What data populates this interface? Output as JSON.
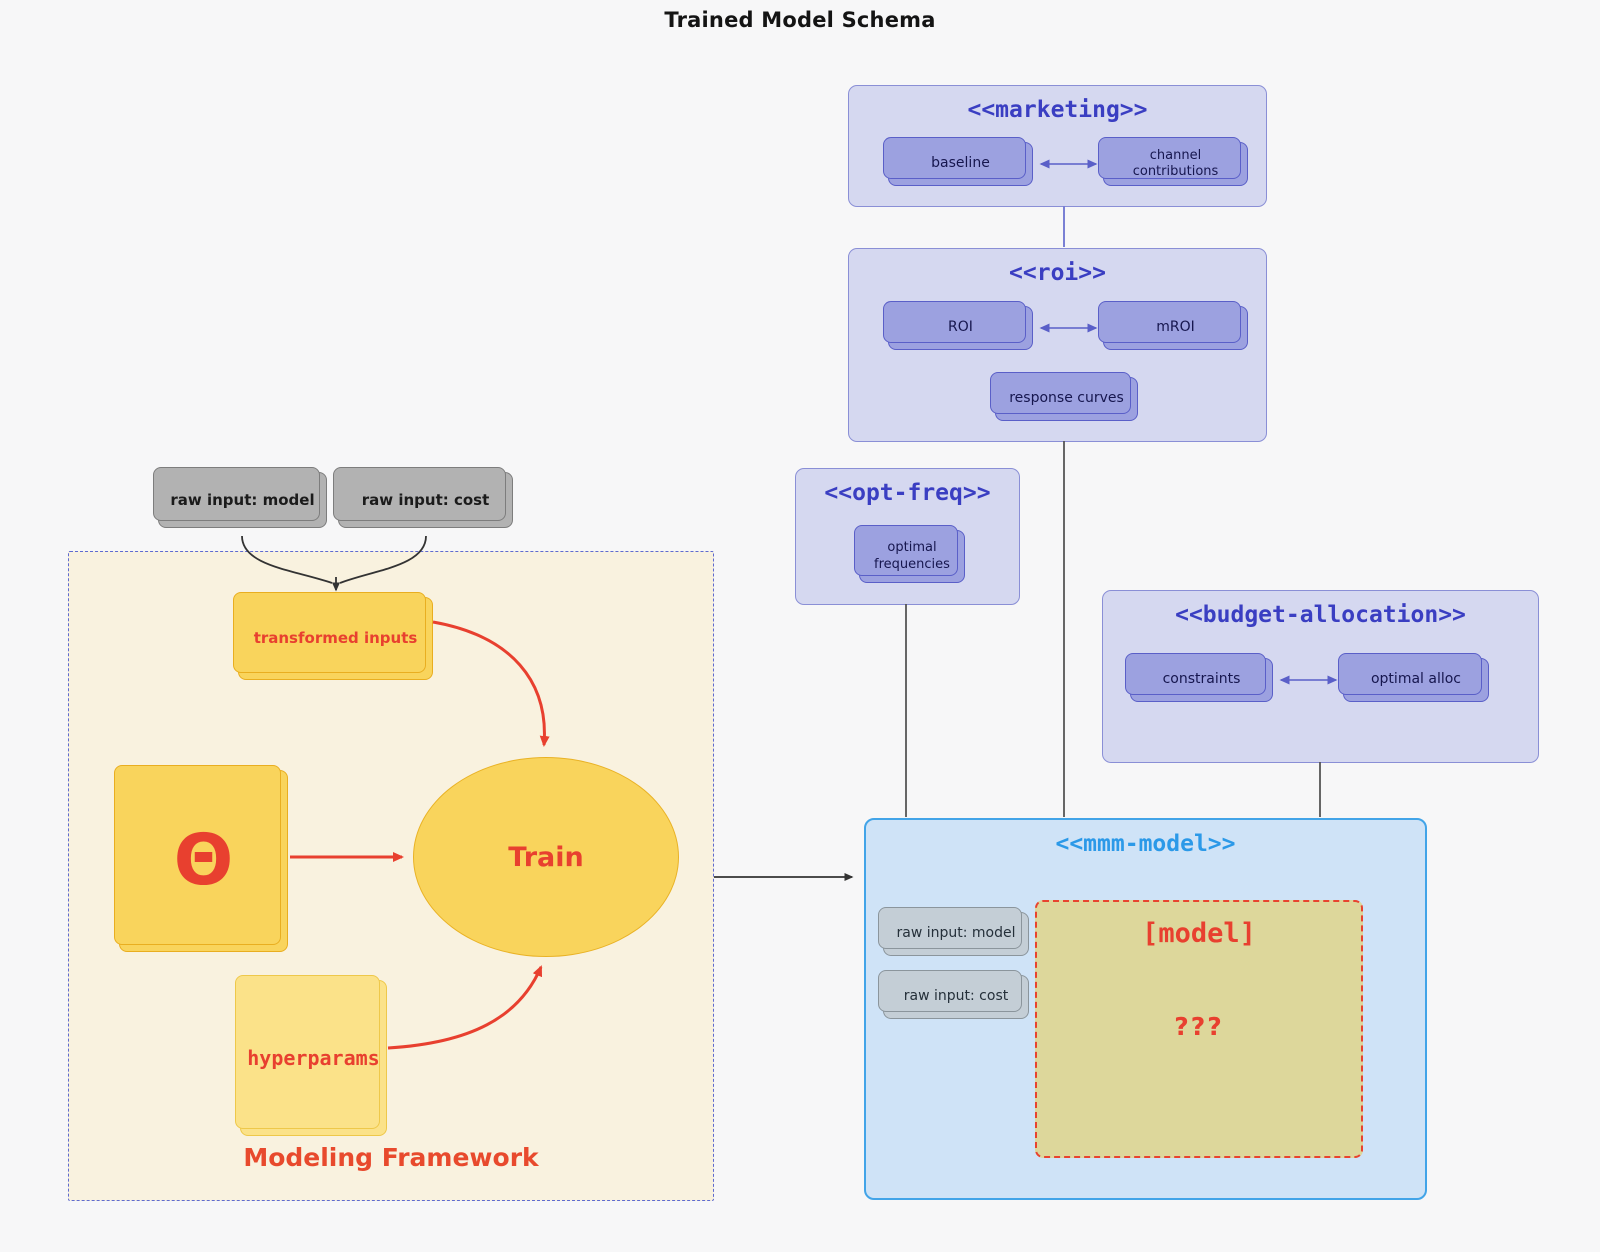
{
  "title": "Trained Model Schema",
  "marketing": {
    "header": "<<marketing>>",
    "baseline": "baseline",
    "channel": "channel contributions"
  },
  "roi": {
    "header": "<<roi>>",
    "roi": "ROI",
    "mroi": "mROI",
    "response": "response curves"
  },
  "opt_freq": {
    "header": "<<opt-freq>>",
    "optimal": "optimal frequencies"
  },
  "budget": {
    "header": "<<budget-allocation>>",
    "constraints": "constraints",
    "alloc": "optimal alloc"
  },
  "mmm": {
    "header": "<<mmm-model>>",
    "raw_model": "raw input: model",
    "raw_cost": "raw input: cost",
    "model": "[model]",
    "unknown": "???"
  },
  "inputs": {
    "raw_model": "raw input: model",
    "raw_cost": "raw input: cost"
  },
  "framework": {
    "label": "Modeling Framework",
    "transformed": "transformed inputs",
    "theta": "Θ",
    "train": "Train",
    "hyperparams": "hyperparams"
  },
  "colors": {
    "accent_red": "#e8402f",
    "purple_header": "#3a3ec2",
    "blue_header": "#2b99e8",
    "cluster_purple_fill": "#d5d8f0",
    "node_purple_fill": "#9ca1e0",
    "mmm_fill": "#cfe3f7",
    "mmm_border": "#42a4e8",
    "yellow_fill": "#f9d45c",
    "khaki_fill": "#ddd79b",
    "edge_dark": "#444444",
    "edge_purple": "#7a80d4"
  }
}
